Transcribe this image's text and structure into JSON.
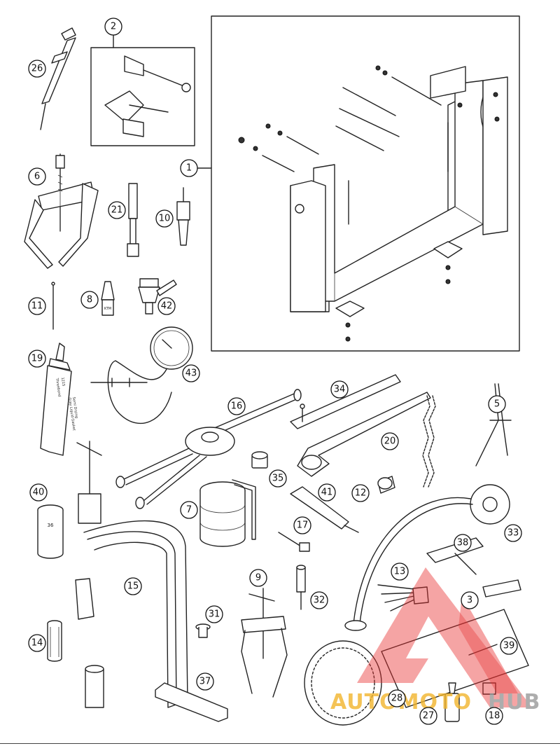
{
  "callouts": {
    "c1": "1",
    "c2": "2",
    "c3": "3",
    "c5": "5",
    "c6": "6",
    "c7": "7",
    "c8": "8",
    "c9": "9",
    "c10": "10",
    "c11": "11",
    "c12": "12",
    "c13": "13",
    "c14": "14",
    "c15": "15",
    "c16": "16",
    "c17": "17",
    "c18": "18",
    "c19": "19",
    "c20": "20",
    "c21": "21",
    "c26": "26",
    "c27": "27",
    "c28": "28",
    "c31": "31",
    "c32": "32",
    "c33": "33",
    "c34": "34",
    "c35": "35",
    "c37": "37",
    "c38": "38",
    "c39": "39",
    "c40": "40",
    "c41": "41",
    "c42": "42",
    "c43": "43"
  },
  "labels": {
    "tube_brand": "Threebond",
    "tube_code": "1215",
    "tube_desc1": "Gray Liquid Gasket",
    "tube_desc2": "Semi Drying",
    "socket_size": "36",
    "plug_label": "KTM"
  },
  "watermark": {
    "text_a": "AUTOMOTO",
    "text_b": "HUB",
    "color_triangle": "#e8302f",
    "color_text": "#f2b52c",
    "color_text_b": "#999999"
  }
}
